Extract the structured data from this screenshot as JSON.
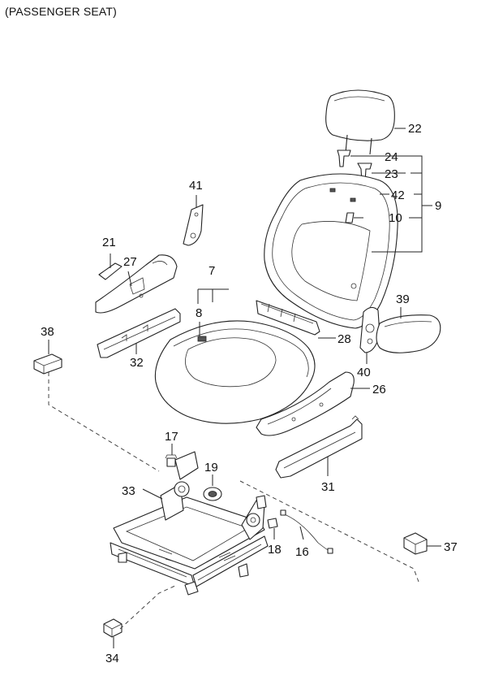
{
  "title": "(PASSENGER SEAT)",
  "part_numbers": {
    "p22": "22",
    "p24": "24",
    "p23": "23",
    "p42": "42",
    "p9": "9",
    "p10": "10",
    "p41": "41",
    "p21": "21",
    "p27": "27",
    "p7": "7",
    "p8": "8",
    "p39": "39",
    "p38": "38",
    "p32": "32",
    "p28": "28",
    "p40": "40",
    "p26": "26",
    "p17": "17",
    "p19": "19",
    "p33": "33",
    "p31": "31",
    "p18": "18",
    "p16": "16",
    "p37": "37",
    "p34": "34"
  }
}
